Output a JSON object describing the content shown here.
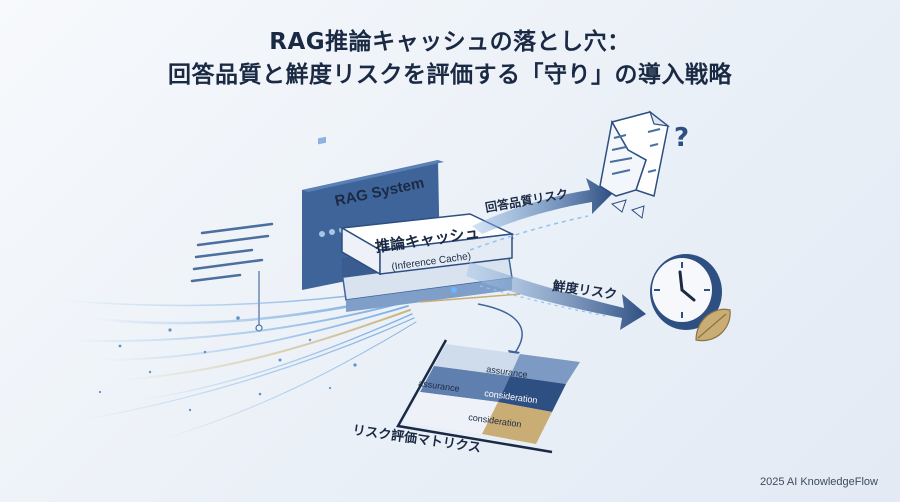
{
  "title": {
    "line1": "RAG推論キャッシュの落とし穴：",
    "line2": "回答品質と鮮度リスクを評価する「守り」の導入戦略"
  },
  "system": {
    "label": "RAG System"
  },
  "cache": {
    "label_jp": "推論キャッシュ",
    "label_en": "(Inference Cache)"
  },
  "risks": {
    "quality": "回答品質リスク",
    "freshness": "鮮度リスク"
  },
  "matrix": {
    "label": "リスク評価マトリクス",
    "cells": {
      "top_right": "assurance",
      "mid_left": "assurance",
      "mid_right": "consideration",
      "bottom_right": "consideration"
    }
  },
  "icons": {
    "broken_document": "broken-document-icon",
    "question_mark": "question-mark-icon",
    "clock": "clock-icon",
    "leaf": "leaf-icon"
  },
  "colors": {
    "navy": "#2e4f82",
    "blue_light": "#6fa6e0",
    "gold": "#c9ad74",
    "title": "#1b2a44"
  },
  "footer": "2025 AI KnowledgeFlow"
}
